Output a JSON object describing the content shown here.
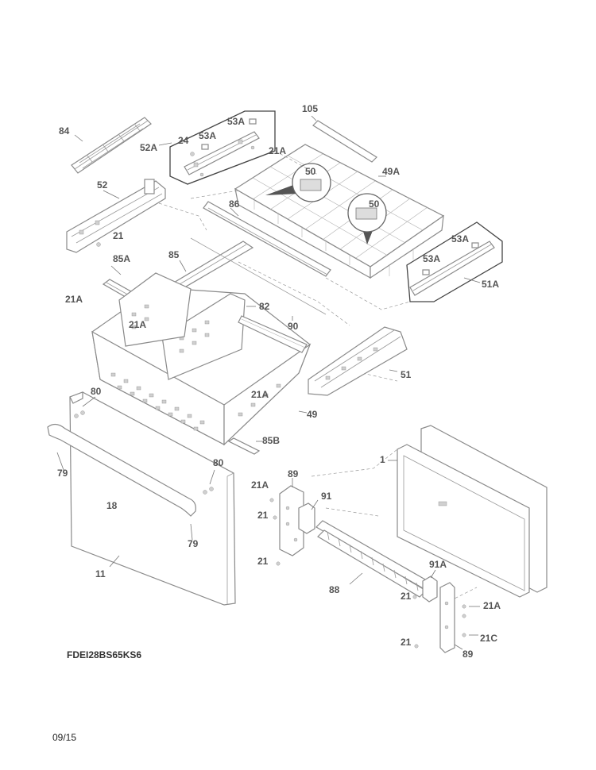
{
  "model_number": "FDEI28BS65KS6",
  "date_code": "09/15",
  "parts": [
    {
      "id": "84",
      "label": "84"
    },
    {
      "id": "52A",
      "label": "52A"
    },
    {
      "id": "24",
      "label": "24"
    },
    {
      "id": "53A_top",
      "label": "53A"
    },
    {
      "id": "53A_mid",
      "label": "53A"
    },
    {
      "id": "105",
      "label": "105"
    },
    {
      "id": "21A_top",
      "label": "21A"
    },
    {
      "id": "49A",
      "label": "49A"
    },
    {
      "id": "50_left",
      "label": "50"
    },
    {
      "id": "50_right",
      "label": "50"
    },
    {
      "id": "52",
      "label": "52"
    },
    {
      "id": "86",
      "label": "86"
    },
    {
      "id": "21_left",
      "label": "21"
    },
    {
      "id": "53A_right_top",
      "label": "53A"
    },
    {
      "id": "53A_right_mid",
      "label": "53A"
    },
    {
      "id": "51A",
      "label": "51A"
    },
    {
      "id": "85A",
      "label": "85A"
    },
    {
      "id": "85",
      "label": "85"
    },
    {
      "id": "21A_left",
      "label": "21A"
    },
    {
      "id": "82",
      "label": "82"
    },
    {
      "id": "21A_bin",
      "label": "21A"
    },
    {
      "id": "90",
      "label": "90"
    },
    {
      "id": "51",
      "label": "51"
    },
    {
      "id": "80_top",
      "label": "80"
    },
    {
      "id": "21A_front",
      "label": "21A"
    },
    {
      "id": "49",
      "label": "49"
    },
    {
      "id": "85B",
      "label": "85B"
    },
    {
      "id": "1",
      "label": "1"
    },
    {
      "id": "79_left",
      "label": "79"
    },
    {
      "id": "80_right",
      "label": "80"
    },
    {
      "id": "21A_bracket",
      "label": "21A"
    },
    {
      "id": "89_top",
      "label": "89"
    },
    {
      "id": "91",
      "label": "91"
    },
    {
      "id": "18",
      "label": "18"
    },
    {
      "id": "21_bracket1",
      "label": "21"
    },
    {
      "id": "79_right",
      "label": "79"
    },
    {
      "id": "11",
      "label": "11"
    },
    {
      "id": "21_bracket2",
      "label": "21"
    },
    {
      "id": "91A",
      "label": "91A"
    },
    {
      "id": "88",
      "label": "88"
    },
    {
      "id": "21_right1",
      "label": "21"
    },
    {
      "id": "21A_right",
      "label": "21A"
    },
    {
      "id": "21_right2",
      "label": "21"
    },
    {
      "id": "21C",
      "label": "21C"
    },
    {
      "id": "89_bottom",
      "label": "89"
    }
  ]
}
